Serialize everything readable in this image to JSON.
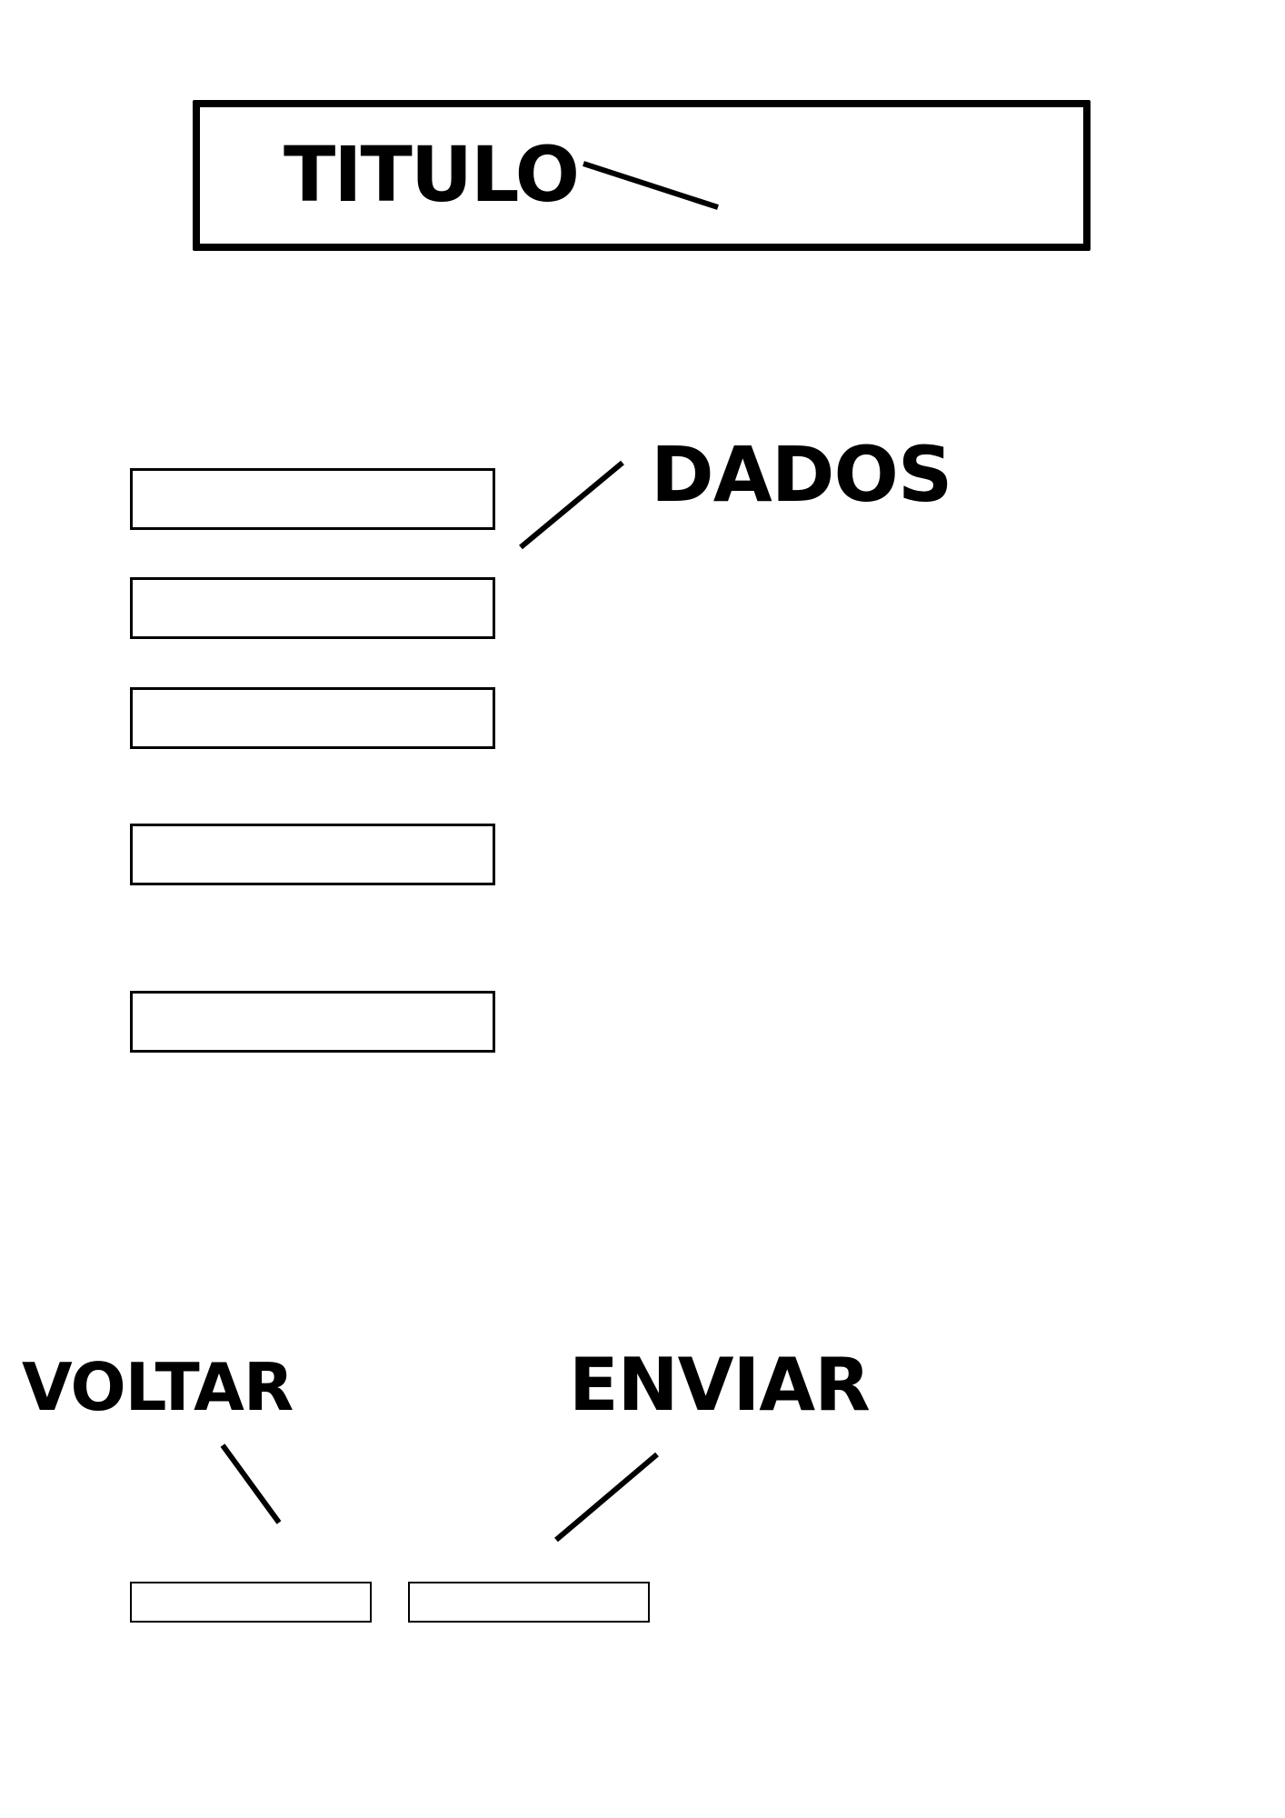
{
  "header": {
    "title": "TITULO"
  },
  "form": {
    "section_label": "DADOS",
    "fields": [
      {
        "value": ""
      },
      {
        "value": ""
      },
      {
        "value": ""
      },
      {
        "value": ""
      },
      {
        "value": ""
      }
    ]
  },
  "actions": {
    "back_label": "VOLTAR",
    "send_label": "ENVIAR"
  },
  "colors": {
    "ink": "#000000",
    "background": "#ffffff"
  }
}
